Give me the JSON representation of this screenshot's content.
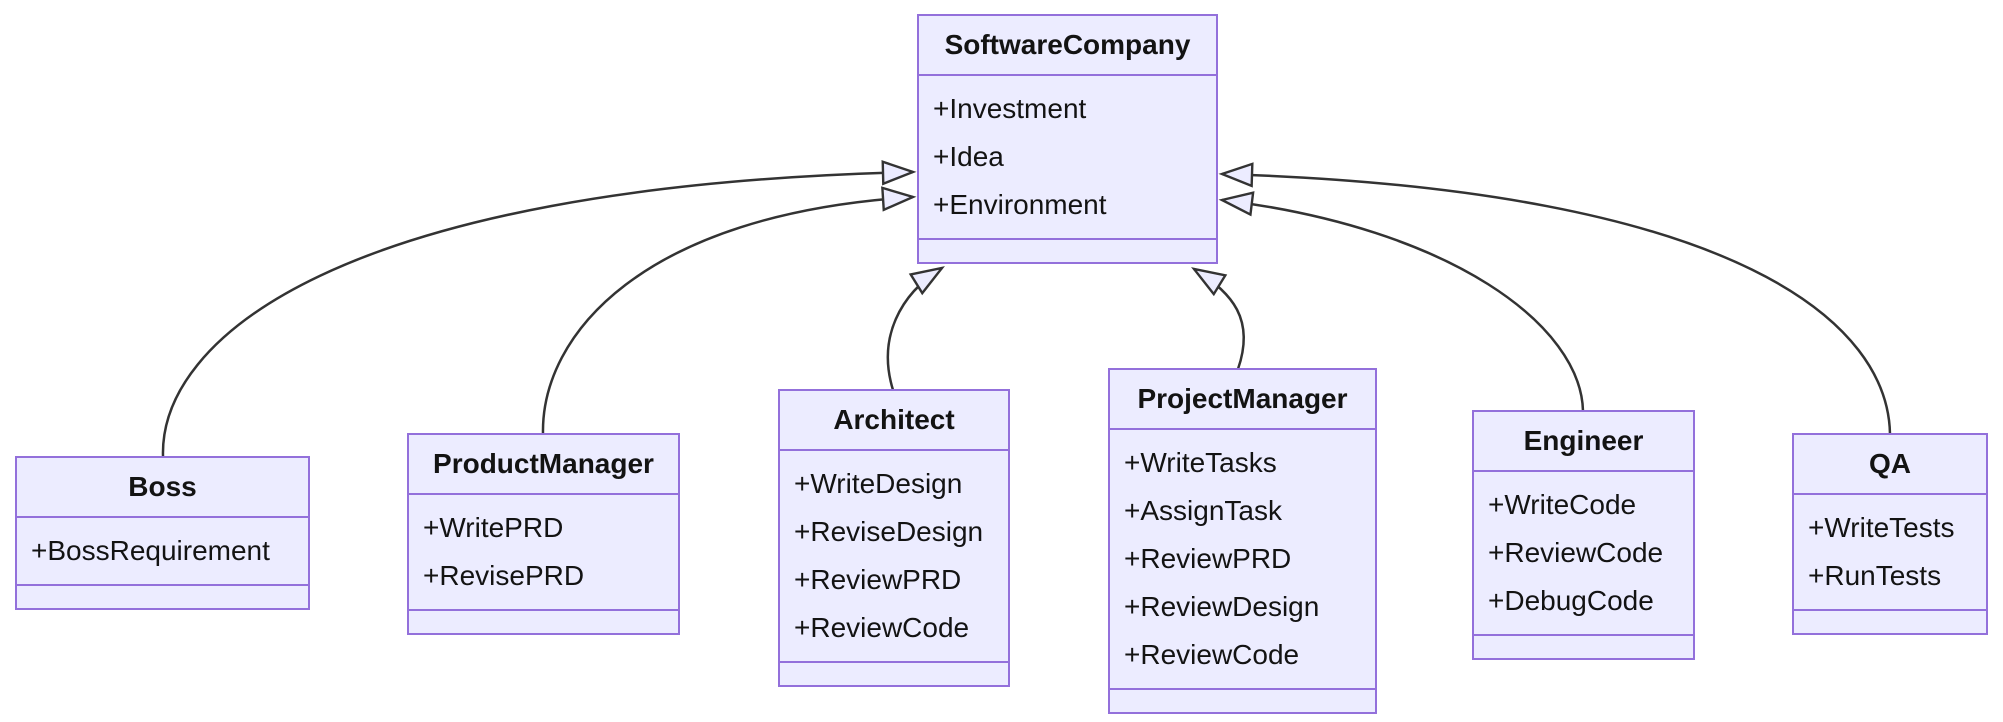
{
  "diagram": {
    "type": "uml-class-diagram",
    "colors": {
      "node_fill": "#ECECFF",
      "node_border": "#9370DB",
      "edge": "#333333",
      "text": "#131313",
      "background": "#FFFFFF"
    },
    "classes": [
      {
        "name": "SoftwareCompany",
        "attributes": [
          "+Investment",
          "+Idea",
          "+Environment"
        ],
        "methods": []
      },
      {
        "name": "Boss",
        "attributes": [
          "+BossRequirement"
        ],
        "methods": []
      },
      {
        "name": "ProductManager",
        "attributes": [
          "+WritePRD",
          "+RevisePRD"
        ],
        "methods": []
      },
      {
        "name": "Architect",
        "attributes": [
          "+WriteDesign",
          "+ReviseDesign",
          "+ReviewPRD",
          "+ReviewCode"
        ],
        "methods": []
      },
      {
        "name": "ProjectManager",
        "attributes": [
          "+WriteTasks",
          "+AssignTask",
          "+ReviewPRD",
          "+ReviewDesign",
          "+ReviewCode"
        ],
        "methods": []
      },
      {
        "name": "Engineer",
        "attributes": [
          "+WriteCode",
          "+ReviewCode",
          "+DebugCode"
        ],
        "methods": []
      },
      {
        "name": "QA",
        "attributes": [
          "+WriteTests",
          "+RunTests"
        ],
        "methods": []
      }
    ],
    "relationships": [
      {
        "child": "Boss",
        "parent": "SoftwareCompany",
        "type": "inheritance"
      },
      {
        "child": "ProductManager",
        "parent": "SoftwareCompany",
        "type": "inheritance"
      },
      {
        "child": "Architect",
        "parent": "SoftwareCompany",
        "type": "inheritance"
      },
      {
        "child": "ProjectManager",
        "parent": "SoftwareCompany",
        "type": "inheritance"
      },
      {
        "child": "Engineer",
        "parent": "SoftwareCompany",
        "type": "inheritance"
      },
      {
        "child": "QA",
        "parent": "SoftwareCompany",
        "type": "inheritance"
      }
    ]
  }
}
